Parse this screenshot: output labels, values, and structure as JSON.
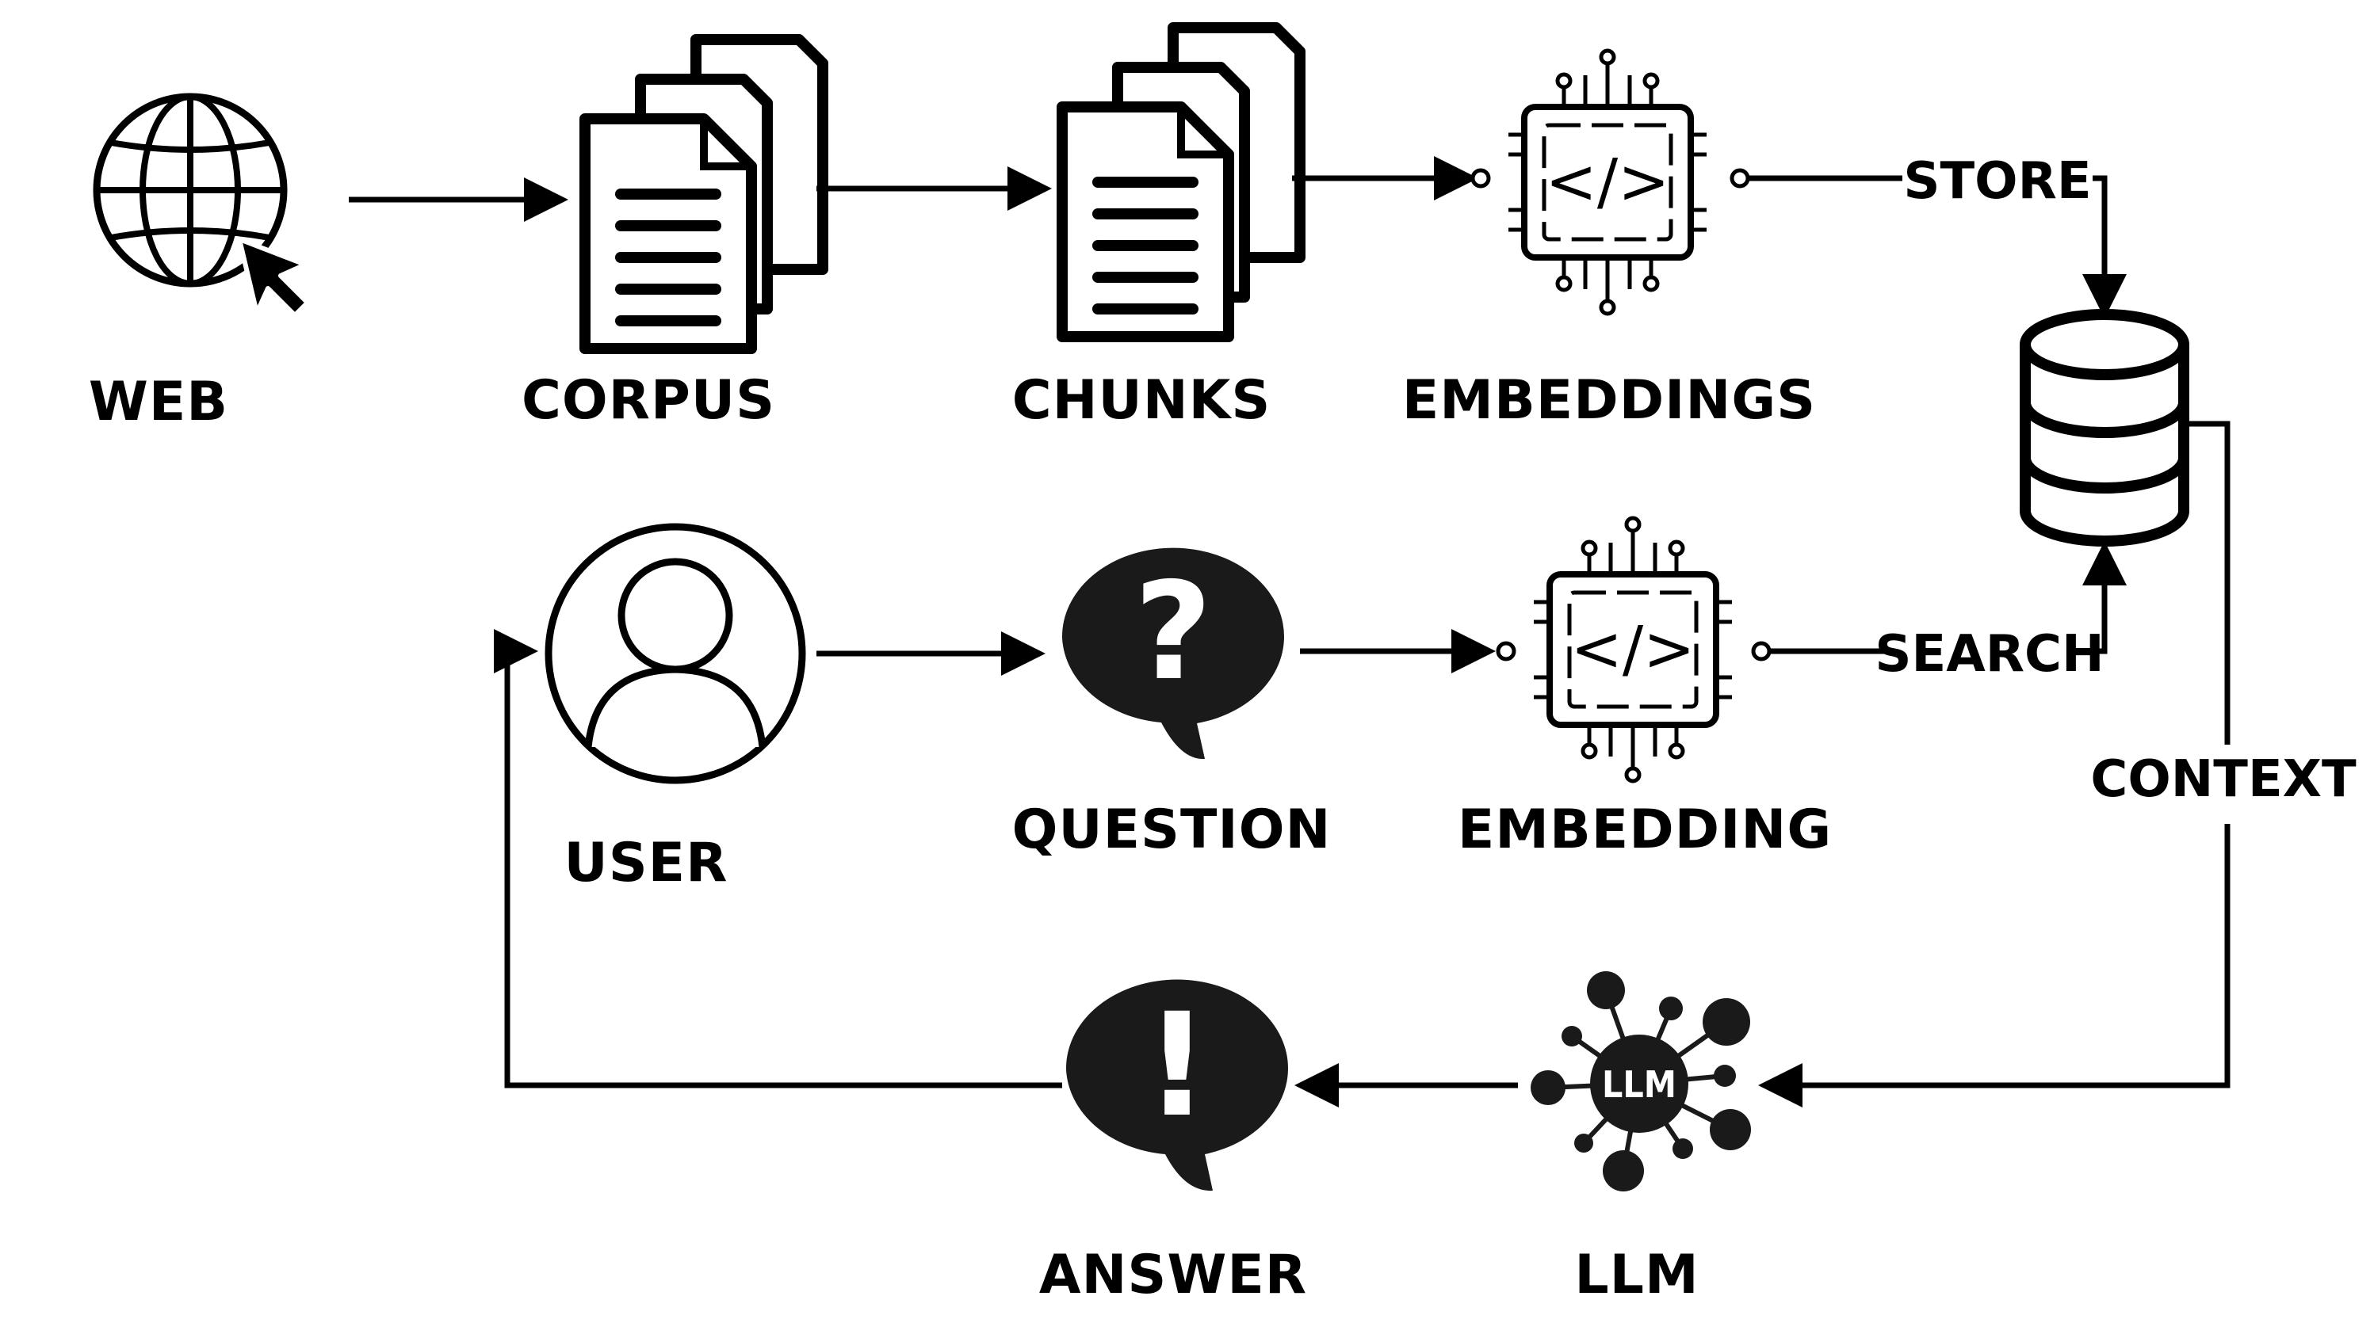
{
  "nodes": {
    "web": "WEB",
    "corpus": "CORPUS",
    "chunks": "CHUNKS",
    "embeddings": "EMBEDDINGS",
    "user": "USER",
    "question": "QUESTION",
    "embedding": "EMBEDDING",
    "answer": "ANSWER",
    "llm": "LLM"
  },
  "edges": {
    "store": "STORE",
    "search": "SEARCH",
    "context": "CONTEXT"
  },
  "icons": {
    "web": "globe-cursor-icon",
    "corpus": "document-stack-icon",
    "chunks": "document-stack-icon",
    "embeddings": "chip-code-icon",
    "database": "database-icon",
    "user": "user-avatar-icon",
    "question": "question-bubble-icon",
    "embedding": "chip-code-icon",
    "answer": "exclamation-bubble-icon",
    "llm": "llm-network-icon"
  },
  "icon_text": {
    "chip_code": "</>",
    "llm_badge": "LLM",
    "question_mark": "?",
    "exclamation_mark": "!"
  },
  "colors": {
    "ink": "#000000",
    "icon_fill": "#1a1a1a",
    "background": "#ffffff"
  }
}
